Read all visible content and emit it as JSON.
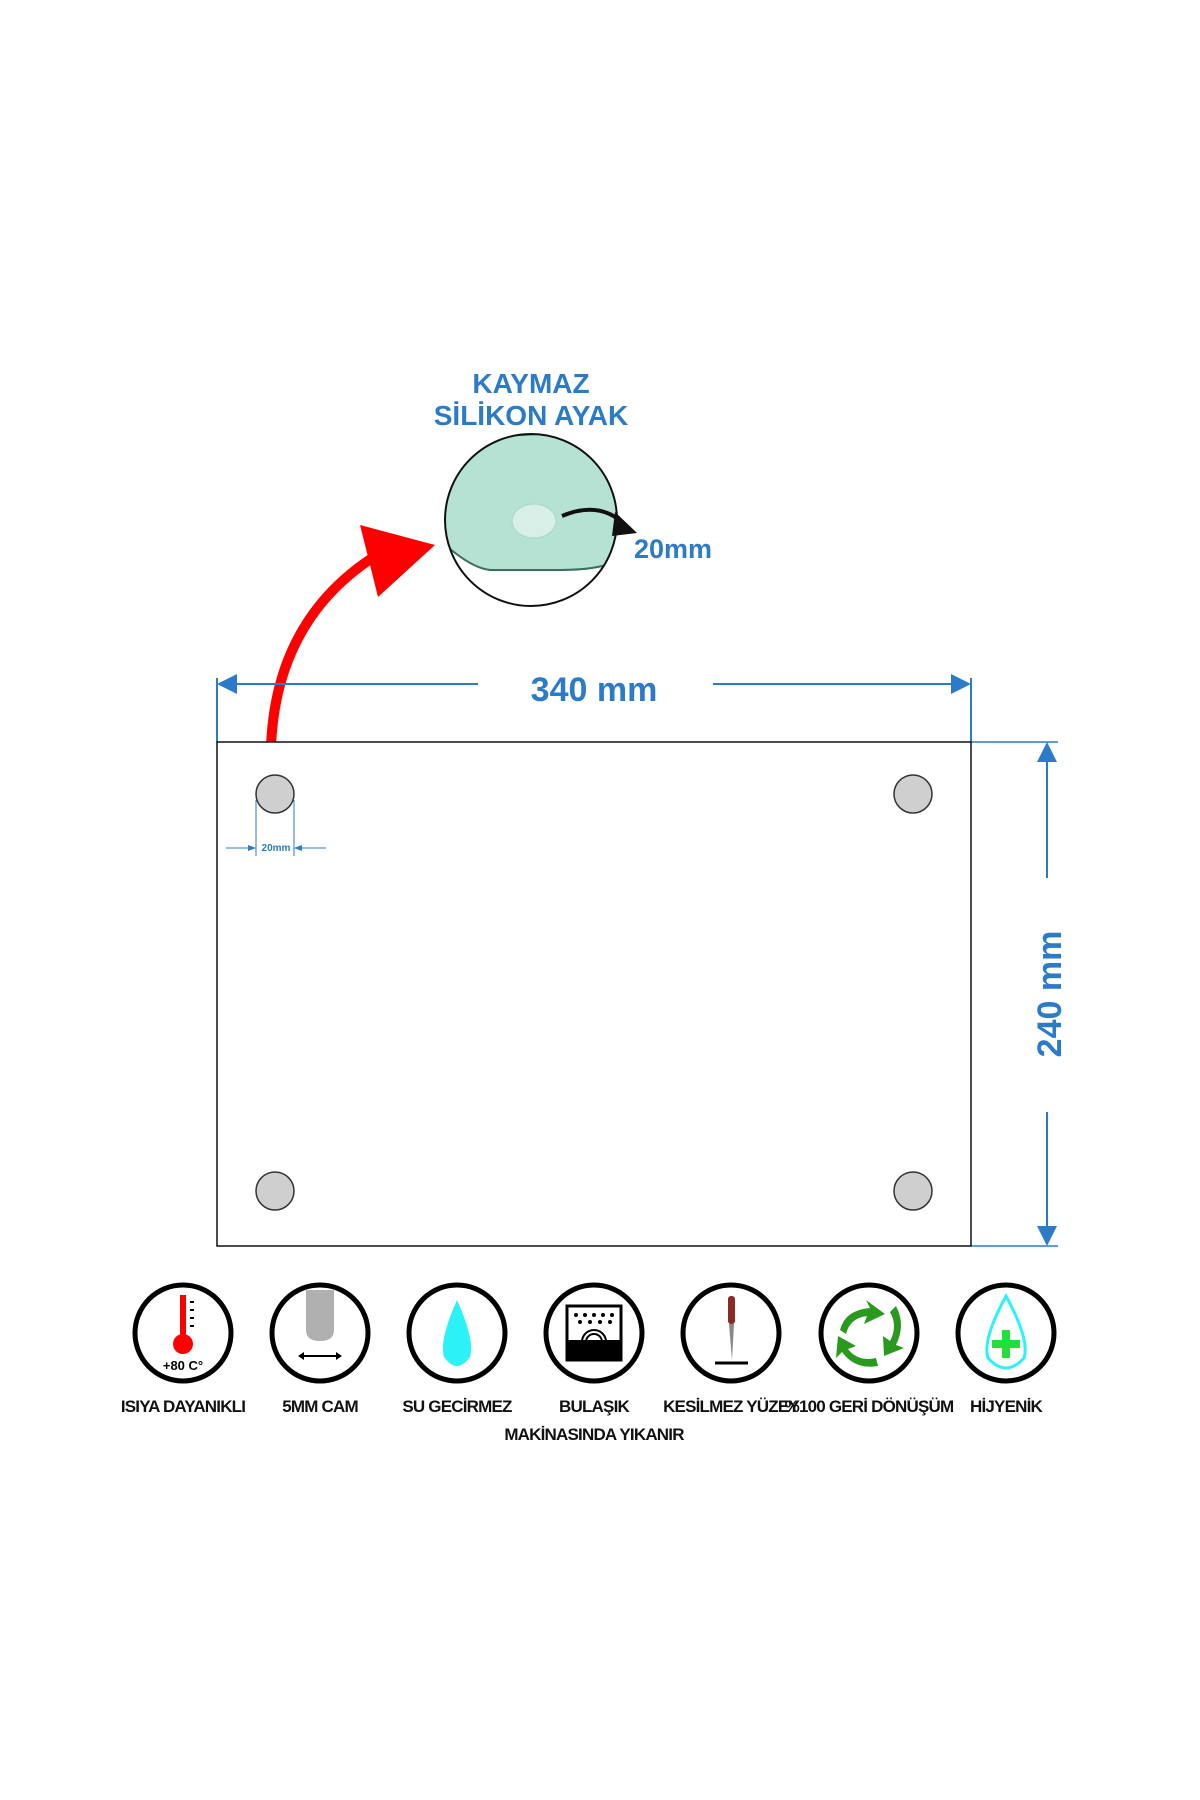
{
  "callout": {
    "title_line1": "KAYMAZ",
    "title_line2": "SİLİKON AYAK",
    "size": "20mm"
  },
  "dimensions": {
    "width": "340 mm",
    "height": "240 mm",
    "foot_size": "20mm"
  },
  "features": [
    {
      "icon": "thermometer-icon",
      "label": "ISIYA DAYANIKLI",
      "label2": "",
      "badge": "+80 C°"
    },
    {
      "icon": "glass-thickness-icon",
      "label": "5MM CAM",
      "label2": ""
    },
    {
      "icon": "water-drop-icon",
      "label": "SU GECİRMEZ",
      "label2": ""
    },
    {
      "icon": "dishwasher-icon",
      "label": "BULAŞIK",
      "label2": "MAKİNASINDA YIKANIR"
    },
    {
      "icon": "knife-icon",
      "label": "KESİLMEZ YÜZEY",
      "label2": ""
    },
    {
      "icon": "recycle-icon",
      "label": "%100 GERİ DÖNÜŞÜM",
      "label2": ""
    },
    {
      "icon": "hygienic-drop-icon",
      "label": "HİJYENİK",
      "label2": ""
    }
  ],
  "colors": {
    "accent": "#2b7bc9",
    "arrow": "#ff0000",
    "glass": "#b6e2d3"
  }
}
